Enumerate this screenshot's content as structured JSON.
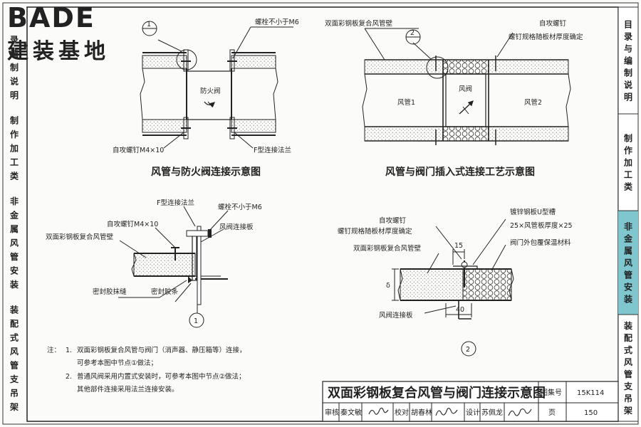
{
  "watermark": {
    "brand": "BADE",
    "subtitle": "",
    "cn": "建装基地"
  },
  "side_tabs": [
    {
      "text": "目录与编制说明",
      "active": false
    },
    {
      "text": "制作加工类",
      "active": false
    },
    {
      "text": "非金属风管安装",
      "active": true
    },
    {
      "text": "装配式风管支吊架",
      "active": false
    }
  ],
  "left_strip": [
    "录",
    "编",
    "制",
    "说",
    "明",
    "制",
    "作",
    "加",
    "工",
    "类",
    "非",
    "金",
    "属",
    "风",
    "管",
    "安",
    "装",
    "装",
    "配",
    "式",
    "风",
    "管",
    "支",
    "吊",
    "架"
  ],
  "fig_a": {
    "marker": "1",
    "bolt": "螺栓不小于M6",
    "damper": "防火阀",
    "screw": "自攻螺钉M4×10",
    "flange": "F型连接法兰",
    "caption": "风管与防火阀连接示意图"
  },
  "fig_b": {
    "wall": "双面彩钢板复合风管壁",
    "marker": "2",
    "screw": "自攻螺钉",
    "screw_spec": "螺钉规格随板材厚度确定",
    "duct1": "风管1",
    "damper": "风阀",
    "duct2": "风管2",
    "caption": "风管与阀门插入式连接工艺示意图"
  },
  "detail_1": {
    "flange": "F型连接法兰",
    "screw": "自攻螺钉M4×10",
    "bolt": "螺栓不小于M6",
    "wall": "双面彩钢板复合风管壁",
    "plate": "风阀连接板",
    "sealant": "密封胶抹缝",
    "strip": "密封胶条",
    "id": "1"
  },
  "detail_2": {
    "screw": "自攻螺钉",
    "screw_spec": "螺钉规格随板材厚度确定",
    "channel": "镀锌钢板U型槽",
    "channel_spec": "25×风管板厚度×25",
    "wall": "双面彩钢板复合风管壁",
    "insulation": "阀门外包覆保温材料",
    "dim_15": "15",
    "dim_delta": "δ",
    "dim_40": "40",
    "plate": "风阀连接板",
    "id": "2"
  },
  "notes": {
    "prefix": "注：",
    "n1_num": "1.",
    "n1_line1": "双面彩钢板复合风管与阀门（消声器、静压箱等）连接，",
    "n1_line2": "可参考本图中节点①做法；",
    "n2_num": "2.",
    "n2_line1": "普通风阀采用内置式安装时，可参考本图中节点②做法；",
    "n2_line2": "其他部件连接采用法兰连接安装。"
  },
  "title_block": {
    "title": "双面彩钢板复合风管与阀门连接示意图",
    "atlas_label": "图集号",
    "atlas_no": "15K114",
    "review_label": "审核",
    "reviewer": "秦文敏",
    "check_label": "校对",
    "checker": "胡春林",
    "design_label": "设计",
    "designer": "苏佩龙",
    "page_label": "页",
    "page_no": "150"
  }
}
